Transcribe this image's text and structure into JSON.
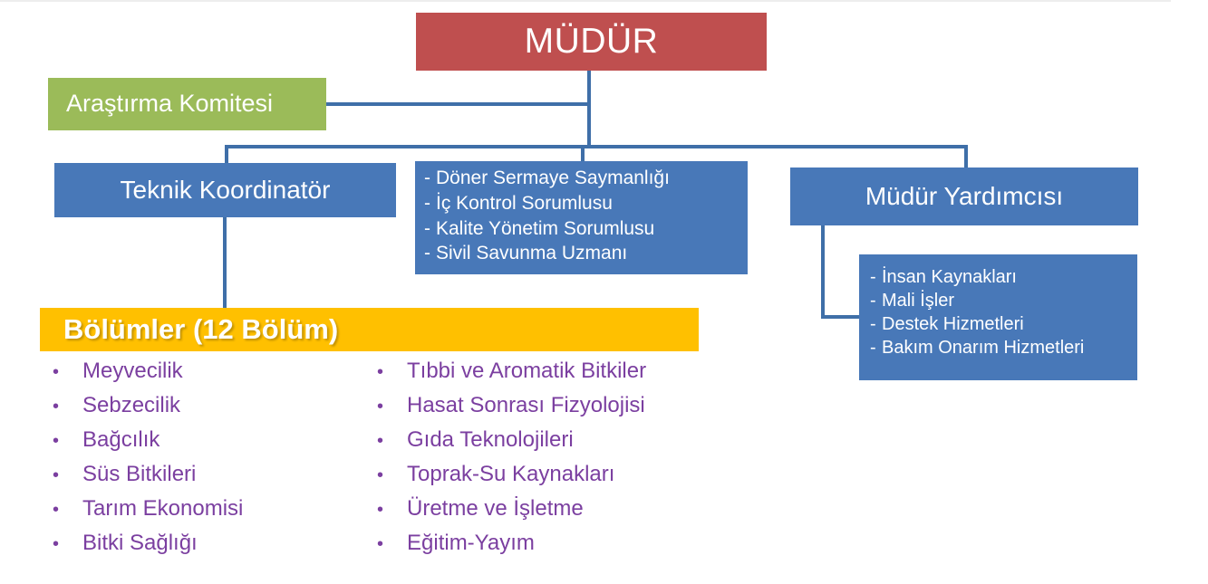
{
  "colors": {
    "director_box": "#BF4F4F",
    "committee_box": "#9BBB59",
    "blue_box": "#4878B8",
    "connector": "#3F6FA8",
    "banner": "#FFC000",
    "department_text": "#7B3FA0",
    "background": "#FFFFFF"
  },
  "nodes": {
    "director": "MÜDÜR",
    "committee": "Araştırma Komitesi",
    "coordinator": "Teknik Koordinatör",
    "deputy": "Müdür Yardımcısı"
  },
  "center_list": {
    "dash": "-",
    "items": [
      "Döner Sermaye Saymanlığı",
      "İç Kontrol Sorumlusu",
      "Kalite Yönetim Sorumlusu",
      "Sivil Savunma Uzmanı"
    ]
  },
  "deputy_list": {
    "dash": "-",
    "items": [
      "İnsan Kaynakları",
      "Mali İşler",
      "Destek Hizmetleri",
      "Bakım Onarım Hizmetleri"
    ]
  },
  "departments": {
    "banner_title": "Bölümler (12 Bölüm)",
    "bullet": "•",
    "column_left": [
      "Meyvecilik",
      "Sebzecilik",
      "Bağcılık",
      "Süs Bitkileri",
      "Tarım Ekonomisi",
      "Bitki Sağlığı"
    ],
    "column_right": [
      "Tıbbi ve Aromatik Bitkiler",
      "Hasat Sonrası Fizyolojisi",
      "Gıda Teknolojileri",
      "Toprak-Su Kaynakları",
      "Üretme ve İşletme",
      "Eğitim-Yayım"
    ]
  }
}
